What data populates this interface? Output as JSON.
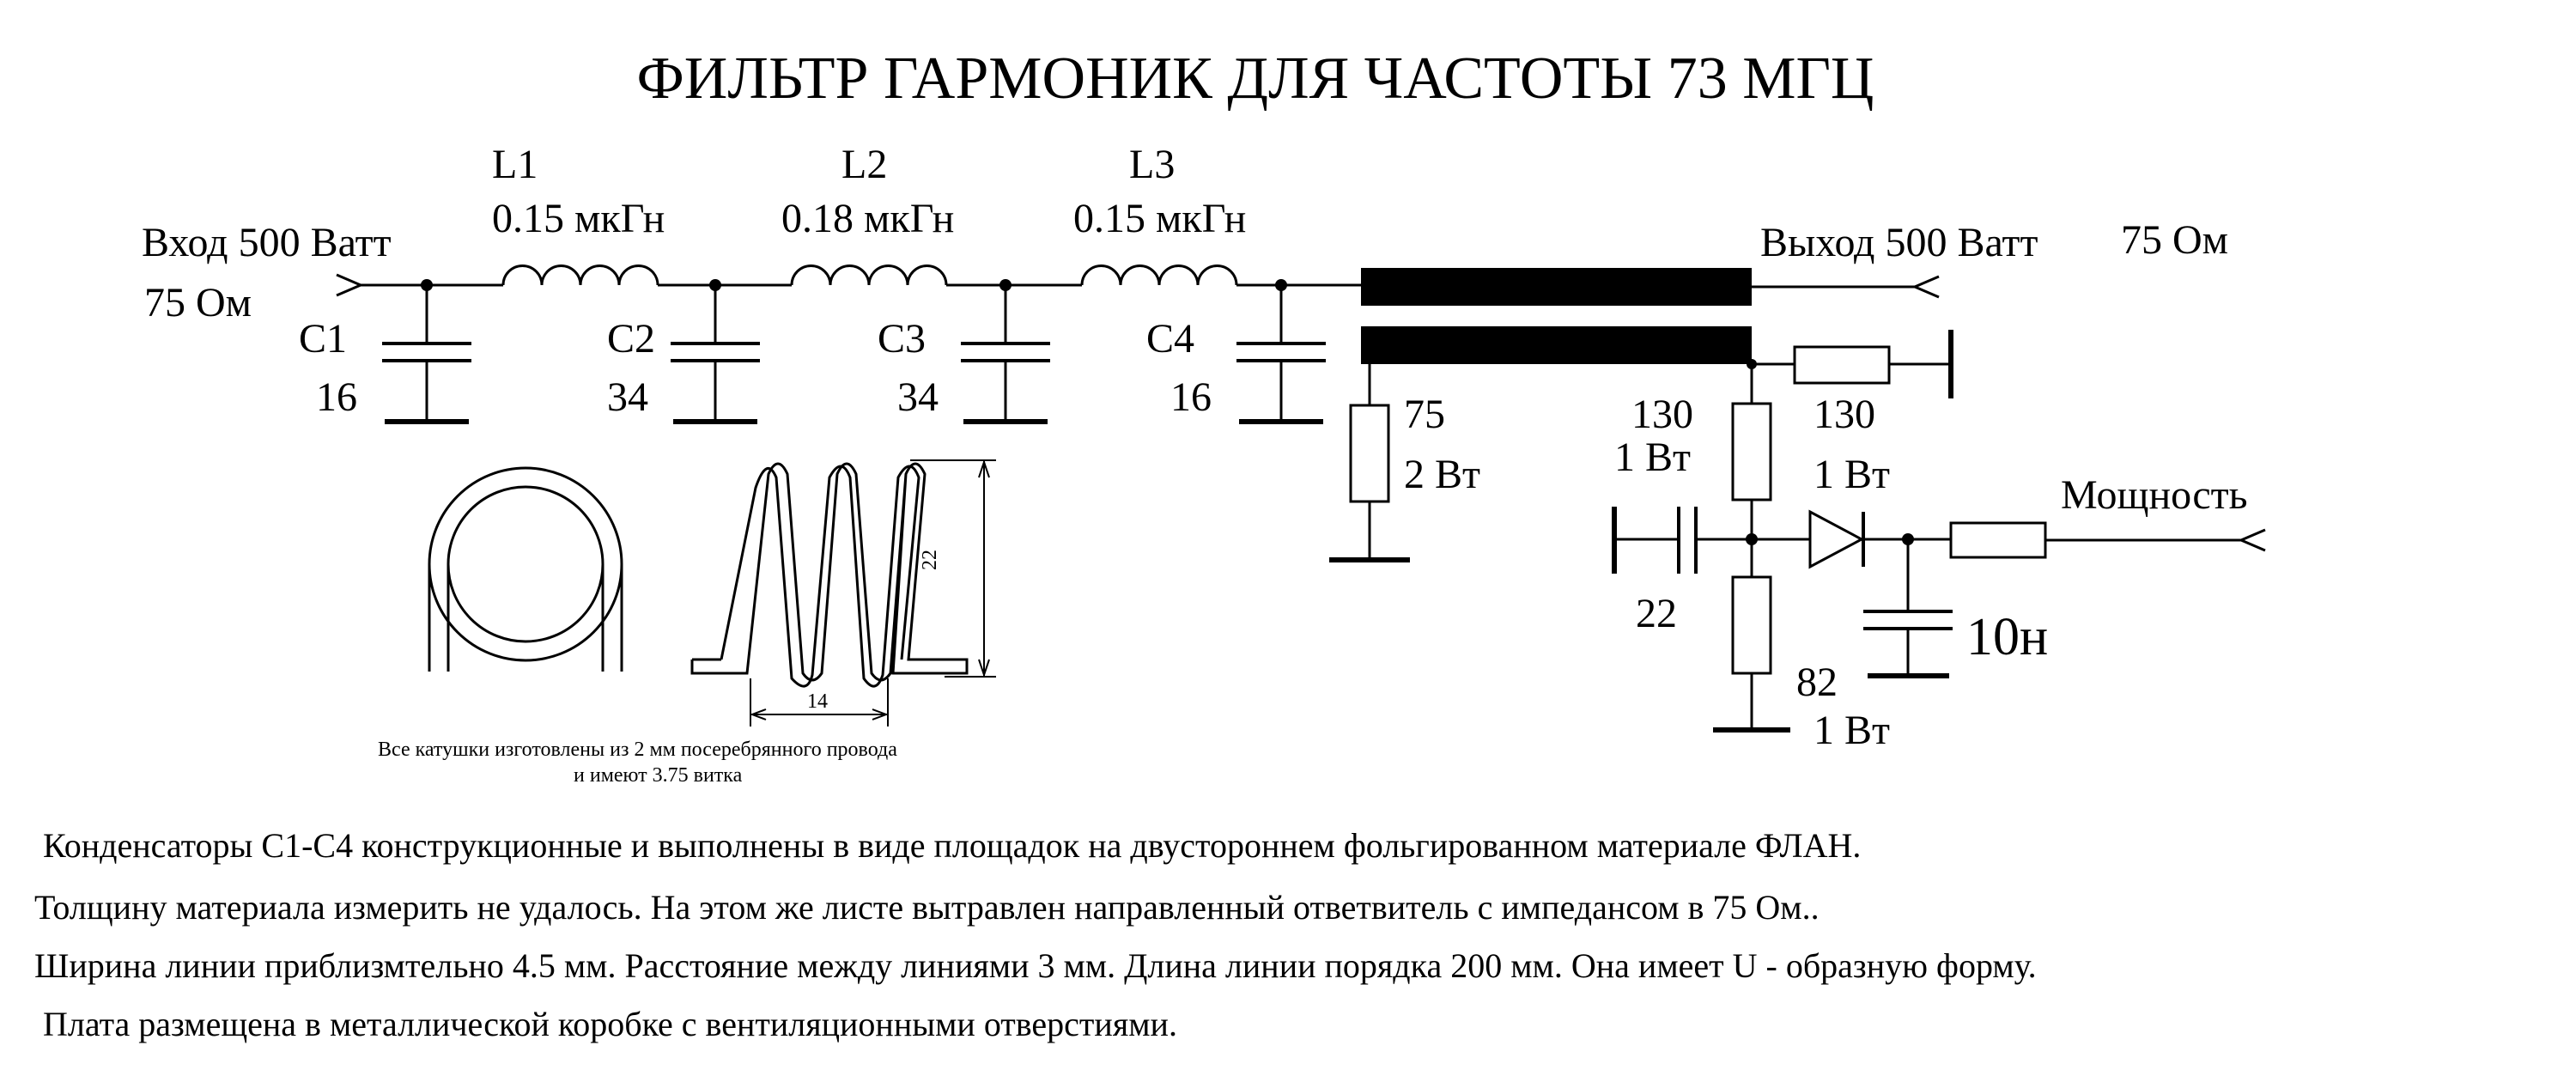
{
  "title": "ФИЛЬТР ГАРМОНИК ДЛЯ ЧАСТОТЫ 73 МГЦ",
  "input": {
    "line1": "Вход 500 Ватт",
    "line2": "75 Ом"
  },
  "output": {
    "line1": "Выход 500 Ватт",
    "impedance": "75 Ом"
  },
  "inductors": [
    {
      "ref": "L1",
      "value": "0.15 мкГн"
    },
    {
      "ref": "L2",
      "value": "0.18 мкГн"
    },
    {
      "ref": "L3",
      "value": "0.15 мкГн"
    }
  ],
  "capacitors": [
    {
      "ref": "C1",
      "value": "16"
    },
    {
      "ref": "C2",
      "value": "34"
    },
    {
      "ref": "C3",
      "value": "34"
    },
    {
      "ref": "C4",
      "value": "16"
    }
  ],
  "coupler_load": {
    "value": "75",
    "power": "2 Вт"
  },
  "detector": {
    "r_top": {
      "value": "130",
      "power": "1 Вт"
    },
    "r_right": {
      "value": "130",
      "power": "1 Вт"
    },
    "cap_left": "22",
    "r_bottom": {
      "value": "82",
      "power": "1 Вт"
    },
    "cap_filter": "10н",
    "output_label": "Мощность"
  },
  "coil": {
    "height_dim": "22",
    "width_dim": "14"
  },
  "coil_note": {
    "line1": "Все катушки изготовлены из 2 мм посеребрянного провода",
    "line2": "и имеют 3.75 витка"
  },
  "notes": [
    "Конденсаторы  С1-С4 конструкционные и выполнены в виде площадок на двустороннем фольгированном материале ФЛАН.",
    "Толщину материала измерить не удалось. На этом же листе вытравлен направленный ответвитель с импедансом в 75 Ом..",
    "Ширина линии приблизмтельно 4.5 мм. Расстояние между линиями 3 мм. Длина линии порядка 200 мм. Она имеет U - образную форму.",
    "Плата размещена в металлической коробке с вентиляционными отверстиями."
  ]
}
